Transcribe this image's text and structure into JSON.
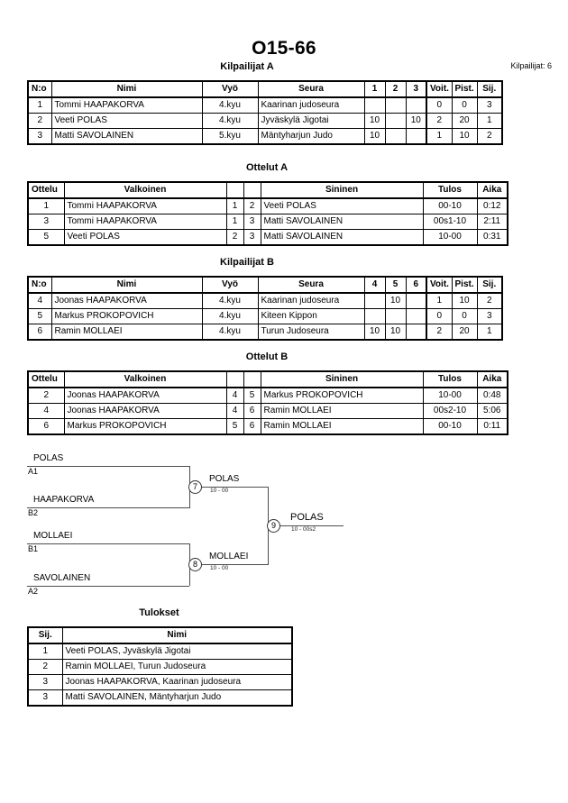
{
  "header": {
    "title": "O15-66",
    "entrants_label": "Kilpailijat: 6"
  },
  "pool_a": {
    "title": "Kilpailijat A",
    "columns": [
      "N:o",
      "Nimi",
      "Vyö",
      "Seura",
      "1",
      "2",
      "3",
      "Voit.",
      "Pist.",
      "Sij."
    ],
    "rows": [
      {
        "no": "1",
        "name": "Tommi HAAPAKORVA",
        "belt": "4.kyu",
        "club": "Kaarinan judoseura",
        "m1": "",
        "m2": "",
        "m3": "",
        "wins": "0",
        "points": "0",
        "rank": "3"
      },
      {
        "no": "2",
        "name": "Veeti POLAS",
        "belt": "4.kyu",
        "club": "Jyväskylä Jigotai",
        "m1": "10",
        "m2": "",
        "m3": "10",
        "wins": "2",
        "points": "20",
        "rank": "1"
      },
      {
        "no": "3",
        "name": "Matti SAVOLAINEN",
        "belt": "5.kyu",
        "club": "Mäntyharjun Judo",
        "m1": "10",
        "m2": "",
        "m3": "",
        "wins": "1",
        "points": "10",
        "rank": "2"
      }
    ]
  },
  "matches_a": {
    "title": "Ottelut A",
    "columns": [
      "Ottelu",
      "Valkoinen",
      "",
      "",
      "Sininen",
      "Tulos",
      "Aika"
    ],
    "rows": [
      {
        "no": "1",
        "white": "Tommi HAAPAKORVA",
        "wn": "1",
        "bn": "2",
        "blue": "Veeti POLAS",
        "result": "00-10",
        "time": "0:12"
      },
      {
        "no": "3",
        "white": "Tommi HAAPAKORVA",
        "wn": "1",
        "bn": "3",
        "blue": "Matti SAVOLAINEN",
        "result": "00s1-10",
        "time": "2:11"
      },
      {
        "no": "5",
        "white": "Veeti POLAS",
        "wn": "2",
        "bn": "3",
        "blue": "Matti SAVOLAINEN",
        "result": "10-00",
        "time": "0:31"
      }
    ]
  },
  "pool_b": {
    "title": "Kilpailijat B",
    "columns": [
      "N:o",
      "Nimi",
      "Vyö",
      "Seura",
      "4",
      "5",
      "6",
      "Voit.",
      "Pist.",
      "Sij."
    ],
    "rows": [
      {
        "no": "4",
        "name": "Joonas HAAPAKORVA",
        "belt": "4.kyu",
        "club": "Kaarinan judoseura",
        "m1": "",
        "m2": "10",
        "m3": "",
        "wins": "1",
        "points": "10",
        "rank": "2"
      },
      {
        "no": "5",
        "name": "Markus PROKOPOVICH",
        "belt": "4.kyu",
        "club": "Kiteen Kippon",
        "m1": "",
        "m2": "",
        "m3": "",
        "wins": "0",
        "points": "0",
        "rank": "3"
      },
      {
        "no": "6",
        "name": "Ramin MOLLAEI",
        "belt": "4.kyu",
        "club": "Turun Judoseura",
        "m1": "10",
        "m2": "10",
        "m3": "",
        "wins": "2",
        "points": "20",
        "rank": "1"
      }
    ]
  },
  "matches_b": {
    "title": "Ottelut B",
    "columns": [
      "Ottelu",
      "Valkoinen",
      "",
      "",
      "Sininen",
      "Tulos",
      "Aika"
    ],
    "rows": [
      {
        "no": "2",
        "white": "Joonas HAAPAKORVA",
        "wn": "4",
        "bn": "5",
        "blue": "Markus PROKOPOVICH",
        "result": "10-00",
        "time": "0:48"
      },
      {
        "no": "4",
        "white": "Joonas HAAPAKORVA",
        "wn": "4",
        "bn": "6",
        "blue": "Ramin MOLLAEI",
        "result": "00s2-10",
        "time": "5:06"
      },
      {
        "no": "6",
        "white": "Markus PROKOPOVICH",
        "wn": "5",
        "bn": "6",
        "blue": "Ramin MOLLAEI",
        "result": "00-10",
        "time": "0:11"
      }
    ]
  },
  "bracket": {
    "entries": [
      {
        "name": "POLAS",
        "seed": "A1"
      },
      {
        "name": "HAAPAKORVA",
        "seed": "B2"
      },
      {
        "name": "MOLLAEI",
        "seed": "B1"
      },
      {
        "name": "SAVOLAINEN",
        "seed": "A2"
      }
    ],
    "semifinals": [
      {
        "node": "7",
        "winner": "POLAS",
        "score": "10 - 00"
      },
      {
        "node": "8",
        "winner": "MOLLAEI",
        "score": "10 - 00"
      }
    ],
    "final": {
      "node": "9",
      "winner": "POLAS",
      "score": "10 - 00s2"
    }
  },
  "results": {
    "title": "Tulokset",
    "columns": [
      "Sij.",
      "Nimi"
    ],
    "rows": [
      {
        "rank": "1",
        "name": "Veeti POLAS, Jyväskylä Jigotai"
      },
      {
        "rank": "2",
        "name": "Ramin MOLLAEI, Turun Judoseura"
      },
      {
        "rank": "3",
        "name": "Joonas HAAPAKORVA, Kaarinan judoseura"
      },
      {
        "rank": "3",
        "name": "Matti SAVOLAINEN, Mäntyharjun Judo"
      }
    ]
  }
}
